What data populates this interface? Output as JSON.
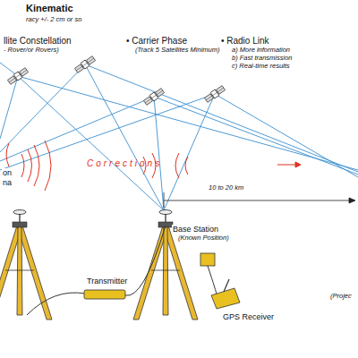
{
  "diagram": {
    "title": "Kinematic",
    "labels": [
      "racy +/- 2 cm or so",
      "llite Constellation",
      "- Rover/or Rovers)",
      "• Carrier Phase",
      "(Track 5 Satellites Minimum)",
      "• Radio Link",
      "a) More information",
      "b) Fast transmission",
      "c) Real-time results",
      "Corrections",
      "10 to 20 km",
      "Base Station",
      "(Known Position)",
      "on",
      "na",
      "Transmitter",
      "GPS Receiver",
      "(Projec"
    ]
  }
}
